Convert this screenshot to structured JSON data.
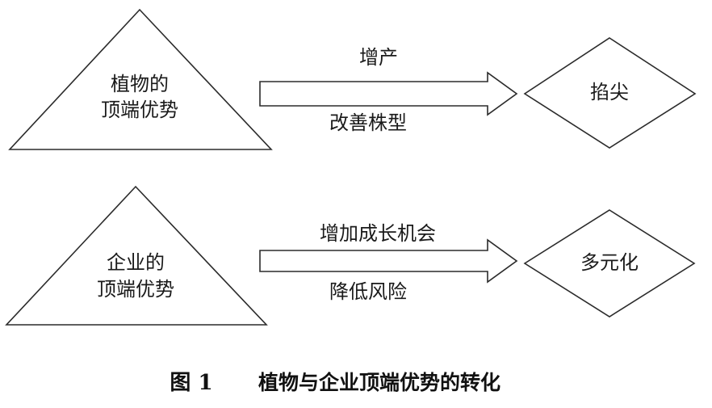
{
  "rows": [
    {
      "triangle": {
        "line1": "植物的",
        "line2": "顶端优势"
      },
      "arrow": {
        "above": "增产",
        "below": "改善株型"
      },
      "diamond": {
        "label": "掐尖"
      }
    },
    {
      "triangle": {
        "line1": "企业的",
        "line2": "顶端优势"
      },
      "arrow": {
        "above": "增加成长机会",
        "below": "降低风险"
      },
      "diamond": {
        "label": "多元化"
      }
    }
  ],
  "caption": {
    "figure_label": "图 1",
    "title": "植物与企业顶端优势的转化"
  }
}
